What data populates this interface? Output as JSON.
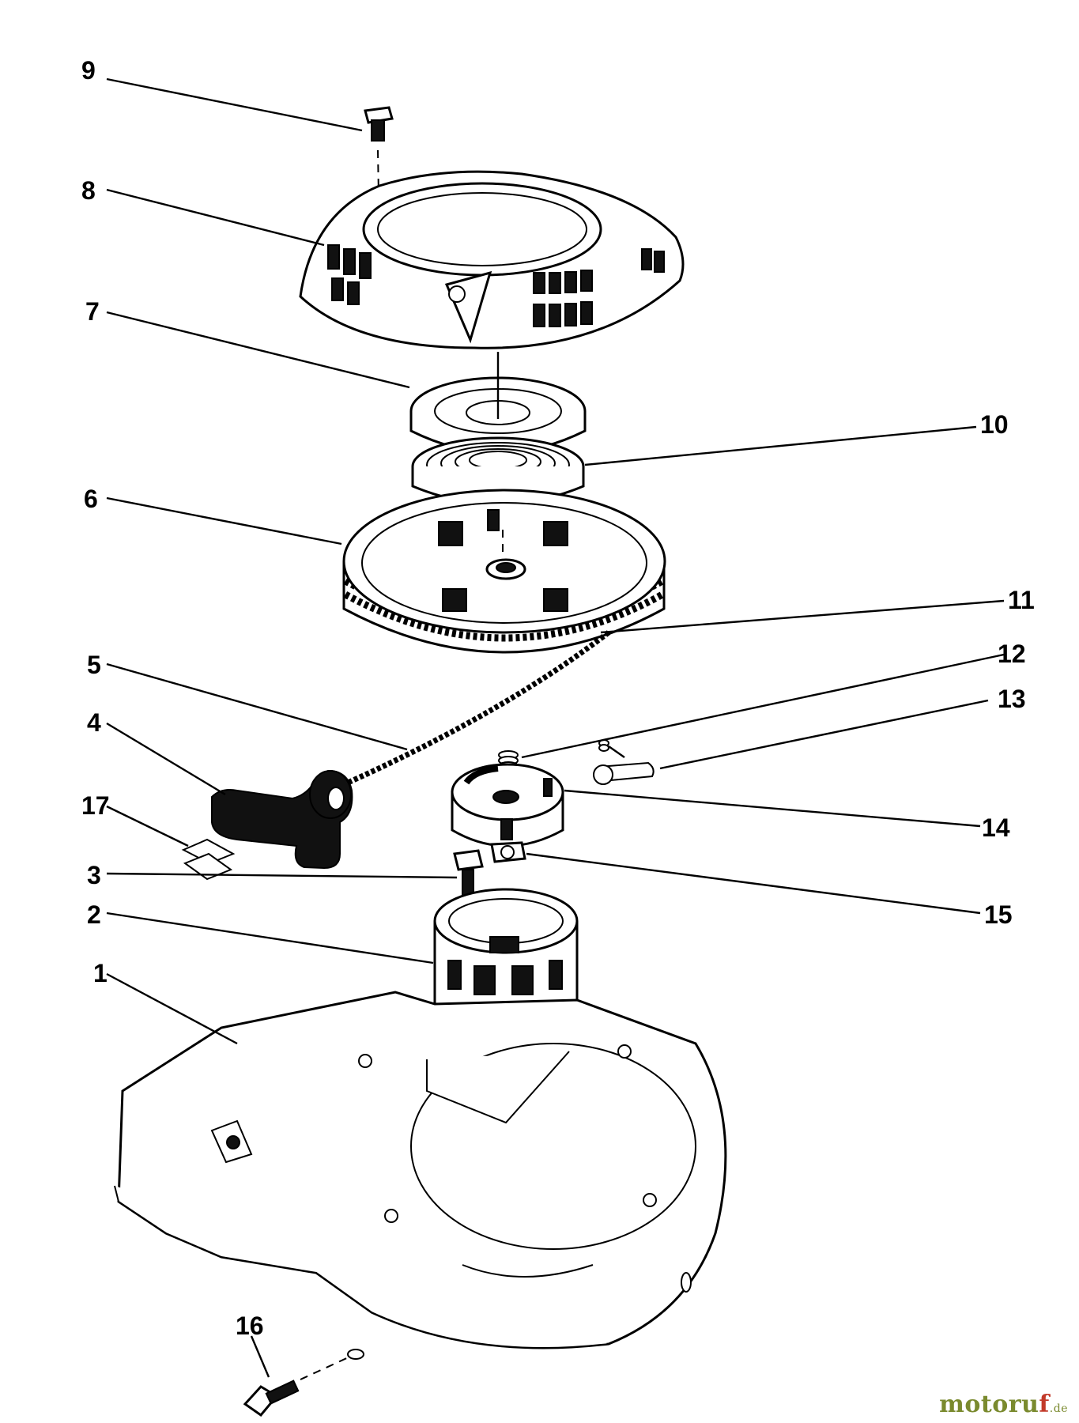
{
  "callouts": [
    {
      "id": "9",
      "text": "9"
    },
    {
      "id": "8",
      "text": "8"
    },
    {
      "id": "7",
      "text": "7"
    },
    {
      "id": "10",
      "text": "10"
    },
    {
      "id": "6",
      "text": "6"
    },
    {
      "id": "11",
      "text": "11"
    },
    {
      "id": "12",
      "text": "12"
    },
    {
      "id": "5",
      "text": "5"
    },
    {
      "id": "13",
      "text": "13"
    },
    {
      "id": "4",
      "text": "4"
    },
    {
      "id": "14",
      "text": "14"
    },
    {
      "id": "17",
      "text": "17"
    },
    {
      "id": "3",
      "text": "3"
    },
    {
      "id": "15",
      "text": "15"
    },
    {
      "id": "2",
      "text": "2"
    },
    {
      "id": "1",
      "text": "1"
    },
    {
      "id": "16",
      "text": "16"
    }
  ],
  "watermark": {
    "main": "motoru",
    "accent": "f",
    "tld": ".de"
  },
  "colors": {
    "line": "#000000",
    "background": "#ffffff",
    "watermark_green": "#7a8a2e",
    "watermark_red": "#c23a2a"
  }
}
